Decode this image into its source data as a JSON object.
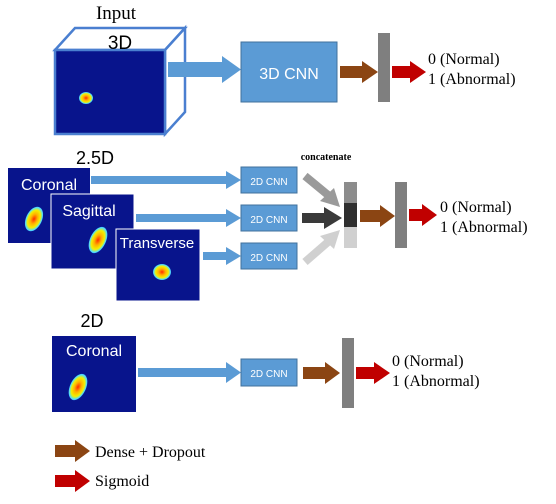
{
  "colors": {
    "cnn_fill": "#5b9bd5",
    "cnn_stroke": "#41719c",
    "arrow_blue": "#5b9bd5",
    "dense_arrow": "#8b4513",
    "sigmoid_arrow": "#c00000",
    "layer_gray": "#7f7f7f",
    "scan_bg": "#08148c",
    "cube_edge": "#4a7fd0"
  },
  "section_3d": {
    "heading": "Input",
    "cube_label": "3D",
    "cnn_label": "3D CNN",
    "output_0": "0 (Normal)",
    "output_1": "1 (Abnormal)"
  },
  "section_25d": {
    "heading": "2.5D",
    "view_1": "Coronal",
    "view_2": "Sagittal",
    "view_3": "Transverse",
    "cnn_label": "2D CNN",
    "concat_label": "concatenate",
    "output_0": "0 (Normal)",
    "output_1": "1 (Abnormal)"
  },
  "section_2d": {
    "heading": "2D",
    "view": "Coronal",
    "cnn_label": "2D CNN",
    "output_0": "0 (Normal)",
    "output_1": "1 (Abnormal)"
  },
  "legend": {
    "dense_label": "Dense + Dropout",
    "sigmoid_label": "Sigmoid"
  }
}
